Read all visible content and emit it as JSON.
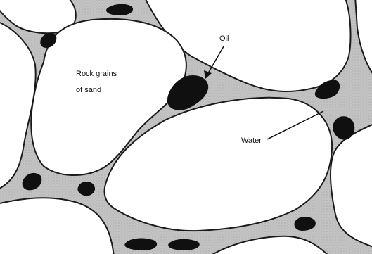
{
  "labels": {
    "grains": [
      "Rock grains",
      "of sand"
    ],
    "oil": "Oil",
    "water": "Water"
  },
  "colors": {
    "water_fill": "#bdbdbd",
    "oil_fill": "#101010",
    "grain_fill": "#ffffff",
    "outline": "#1a1a1a"
  }
}
